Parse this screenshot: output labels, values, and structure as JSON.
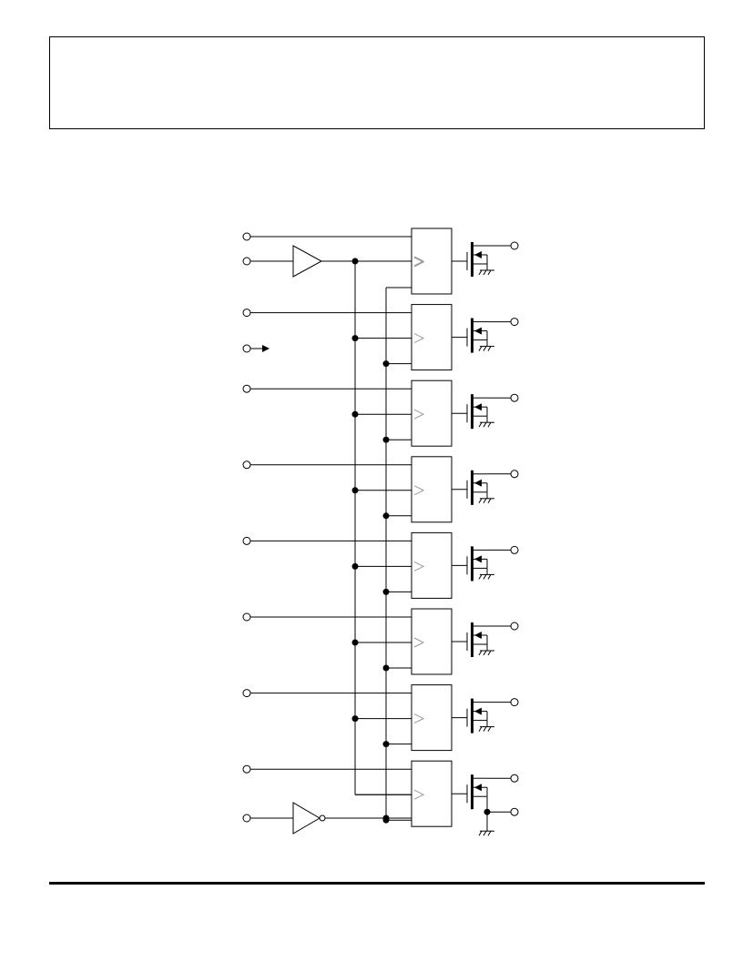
{
  "header": {
    "title": ""
  },
  "diagram": {
    "type": "logic-block-diagram",
    "channel_count": 8,
    "input_stages": [
      "buffer",
      "inverter"
    ],
    "output_stage": "open-drain-nmos",
    "extra_input_pin_with_arrow": true,
    "extra_output_pin_last_channel": true,
    "colors": {
      "line": "#000000",
      "latch-clock-mark": "#999999",
      "background": "#ffffff"
    }
  }
}
